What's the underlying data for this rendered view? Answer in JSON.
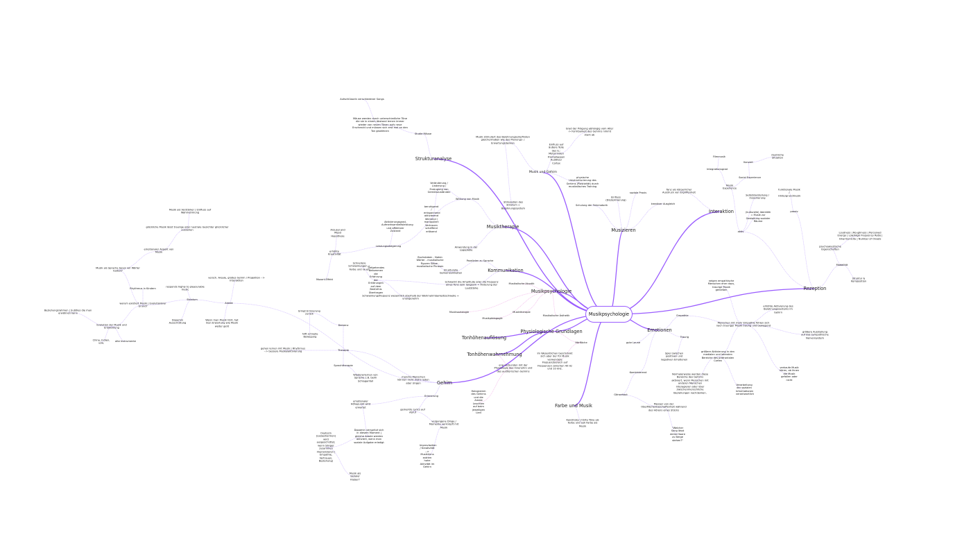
{
  "central": {
    "text": "Musikpsychologie"
  },
  "colors": {
    "main_edge": "#9a5cff",
    "leaf_edge": "#cdb8ff",
    "pink_edge": "#f2b6ea",
    "link_text": "#1e90ff"
  },
  "nodes": {
    "strukturanalyse": {
      "text": "Strukturanalyse",
      "parent": "center",
      "kind": "main"
    },
    "s_studie": {
      "text": "Studie Mäuse",
      "parent": "strukturanalyse"
    },
    "s_maeuse": {
      "text": "Mäuse werden durch unterschiedliche Töne die sie in einem Abstand lernen immer wieder von neuen Tönen aufs neue Erschreckt und müssen sich erst mal an den Ton gewöhnen",
      "parent": "s_studie"
    },
    "s_songs": {
      "text": "Aufschlüsseln verschiedener Songs",
      "parent": "s_maeuse"
    },
    "musik_gehirn": {
      "text": "Musik und Gehirn",
      "parent": "center",
      "kind": "sub"
    },
    "mg_beloh": {
      "text": "Musik stimuliert das Belohnungsempfinden gleichermaßen wie das Planungs- / Erwartungsdenken",
      "parent": "musik_gehirn"
    },
    "mg_striatum": {
      "text": "Stimulation des Striatum = Belohnungssystem",
      "parent": "mg_beloh"
    },
    "mg_einfluss": {
      "text": "Einfluss auf äußere Teile des G.: Motorrinden Frontallappen Auditiver Cortex",
      "parent": "musik_gehirn"
    },
    "mg_alter": {
      "text": "Grad der Prägung abhängig vom Alter -> Formbarkeit des Gehirns nimmt stark ab",
      "parent": "mg_einfluss"
    },
    "mg_plast": {
      "text": "physische Umstrukturierung des Gehirns (Plastizität) durch musikalisches Training",
      "parent": "musik_gehirn"
    },
    "musiktherapie": {
      "text": "Musiktherapie",
      "parent": "center",
      "kind": "main"
    },
    "mt_wirkung": {
      "text": "Wirkung von Musik",
      "parent": "musiktherapie"
    },
    "mt_veraend": {
      "text": "Veränderung / Linderung / Erzeugung von Gemütszuständen",
      "parent": "mt_wirkung"
    },
    "mt_beruhig": {
      "text": "beruhigend / entspannend aktivierend lähmend / manipuliert Vertrauen schaffend erlösend",
      "parent": "mt_veraend"
    },
    "mt_aktiv": {
      "text": "Aktivierungsgrad, Aufmerksamkeitsleistung und affektiver Zustand",
      "parent": "mt_leist"
    },
    "mt_leist": {
      "text": "Leistungssteigerung",
      "parent": "mt_wirkung"
    },
    "mt_arousal": {
      "text": "Arousal and Mood Hypothese",
      "parent": "mt_kreativ"
    },
    "mt_kreativ": {
      "text": "erhöhte Kreativität",
      "parent": "mt_leist"
    },
    "mt_mozart": {
      "text": "Mozart-Effekt",
      "parent": "mt_kreativ"
    },
    "mt_logo": {
      "text": "Anwendung in der Logopädie",
      "parent": "musiktherapie"
    },
    "kommunikation": {
      "text": "Kommunikation",
      "parent": "center",
      "kind": "main"
    },
    "k_parallel": {
      "text": "Parallelen zu Sprache",
      "parent": "kommunikation"
    },
    "k_struktur": {
      "text": "strukturelle Gemeinsamkeiten",
      "parent": "k_parallel"
    },
    "k_buchst": {
      "text": "Buchstaben - Noten Wörter - musikalische Figuren Sätze - musikalische Phrasen",
      "parent": "k_struktur"
    },
    "k_amplitude": {
      "text": "Schwankt die Amplitude oder die Frequenz eines Tons sehr langsam = Änderung der Lautstärke",
      "parent": "kommunikation"
    },
    "k_tief": {
      "text": "Tiefgehendes Bekommen die Erfahrung der Erklärungen auf dem Bedürfnis Übertragen",
      "parent": "k_amplitude"
    },
    "k_schnell": {
      "text": "Schnellere Schwankungen = Farbe und rauer",
      "parent": "k_tief"
    },
    "k_schwank": {
      "text": "Schwankungsfrequenz wesentlich oberhalb der Wahrnehmbarkeitsschwelle = unangenehm",
      "parent": "k_tief"
    },
    "musikpsy2": {
      "text": "Musikpsychologie",
      "parent": "center",
      "kind": "main"
    },
    "mp_akustik": {
      "text": "Musikalische Akustik",
      "parent": "musikpsy2",
      "pink": true
    },
    "mp_soz": {
      "text": "Musiksoziologie",
      "parent": "musikpsy2",
      "pink": true
    },
    "mp_paed": {
      "text": "Musikpädagogik",
      "parent": "musikpsy2",
      "pink": true
    },
    "mp_ther": {
      "text": "Musiktherapie",
      "parent": "musikpsy2",
      "pink": true
    },
    "mp_aesth": {
      "text": "Musikalische Ästhetik",
      "parent": "musikpsy2",
      "pink": true
    },
    "physio": {
      "text": "Physiologische Grundlagen",
      "parent": "center",
      "kind": "main"
    },
    "ph_hoer": {
      "text": "Hörfläche",
      "parent": "physio",
      "pink": true
    },
    "ph_freq": {
      "text": "Im Wesentlichen beschränkt sich aber der für Musik verwendete Frequenzbereich auf Frequenzen zwischen 40 Hz und 10 kHz.",
      "parent": "ph_hoer",
      "pink": true
    },
    "tonaufl": {
      "text": "Tonhöhenauflösung",
      "parent": "physio",
      "kind": "main"
    },
    "tonwahr": {
      "text": "Tonhöhenwahrnehmung",
      "parent": "physio",
      "kind": "main"
    },
    "tw_eng": {
      "text": "eng verbunden mit der Physiologie des Innenohrs und des auditorischen Gehirns",
      "parent": "tonwahr",
      "pink": true
    },
    "tw_holo": {
      "text": "Hologramm des Gehirns und die Areale Leuchten auf beim jeweiligen Lied",
      "parent": "tw_eng",
      "pink": true
    },
    "gehirn": {
      "text": "Gehirn",
      "parent": "center",
      "kind": "main"
    },
    "g_areale": {
      "text": "Areale",
      "parent": "gehirn"
    },
    "g_versch": {
      "text": "versch. Areale, großes Gehirn / Projektion --> Interaktion",
      "parent": "g_areale"
    },
    "g_erwart": {
      "text": "Wenn man Musik hört, hat man Erwartung wie Musik weiter geht",
      "parent": "g_areale"
    },
    "g_striatum": {
      "text": "Striatum",
      "parent": "g_areale"
    },
    "g_respond": {
      "text": "responds highly to pleasurable music",
      "parent": "g_striatum"
    },
    "g_dopamin": {
      "text": "Dopamin Ausschüttung",
      "parent": "g_striatum"
    },
    "g_warum": {
      "text": "warum existiert Musik | Evolutionärer Grund?",
      "parent": "g_striatum"
    },
    "g_rhythm": {
      "text": "Rhythmus in Kindern",
      "parent": "g_warum"
    },
    "g_sprache": {
      "text": "Musik als Sprache bevor wir Wörter hatten?",
      "parent": "g_warum"
    },
    "g_emo": {
      "text": "emotionaler Aspekt von Musik",
      "parent": "g_sprache"
    },
    "g_gluck": {
      "text": "glückliche Musik lässt traurige oder neutrale Gesichter glücklicher aussehen",
      "parent": "g_emo"
    },
    "g_verst": {
      "text": "Musik als Verstärker | Einfluss auf Wahrnehmung",
      "parent": "g_gluck"
    },
    "g_evol": {
      "text": "Evolution der Musik und Entwicklung",
      "parent": "g_warum"
    },
    "g_bezieh": {
      "text": "Beziehungsrahmen | Subtiles die man erwähnen kann",
      "parent": "g_evol"
    },
    "g_china": {
      "text": "China, Indien, usw.",
      "parent": "g_evol"
    },
    "g_instr": {
      "text": "alte Instrumente",
      "parent": "g_evol"
    },
    "g_therapie": {
      "text": "Therapie",
      "parent": "gehirn"
    },
    "g_demenz": {
      "text": "Demenz",
      "parent": "g_therapie"
    },
    "g_bringt": {
      "text": "bringt Erinnerung zurück",
      "parent": "g_demenz"
    },
    "g_hilft": {
      "text": "hilft schnelle Bewegung",
      "parent": "g_bringt"
    },
    "g_gehen": {
      "text": "gehen lernen mit Musik | Rhythmus --> bessere Muskelaktivierung",
      "parent": "g_therapie"
    },
    "g_sprachth": {
      "text": "Sprachtherapie",
      "parent": "g_therapie"
    },
    "g_wieder": {
      "text": "Wiedererlernen von Sprache z.B. beim Schlaganfall",
      "parent": "g_sprachth"
    },
    "g_manche": {
      "text": "manche Menschen können nicht mehr reden aber singen",
      "parent": "gehirn"
    },
    "g_erinn": {
      "text": "Erinnerung",
      "parent": "gehirn"
    },
    "g_hoehe": {
      "text": "emotionaler Höhepunkt wird erwartet",
      "parent": "g_erinn"
    },
    "g_lyrics": {
      "text": "gemerkte Lyrics auf Abruf",
      "parent": "g_erinn"
    },
    "g_vergang": {
      "text": "vergangene Dinge / Momente verknüpft mit Musik",
      "parent": "g_lyrics"
    },
    "g_dopmom": {
      "text": "Dopamin verspritzt sich in diesem Moment | gleiche Areale werden aktiviert, wenn man soziale Aufgabe erledigt",
      "parent": "g_hoehe"
    },
    "g_oxy": {
      "text": "Oxytocin (Liebeshormon) wird ausgeschüttet, wenn Sänger zusammen improvisieren | Empathie, Vertrauen, Beziehung)",
      "parent": "g_dopmom"
    },
    "g_kleber": {
      "text": "Musik als sozialer Kleber?",
      "parent": "g_oxy"
    },
    "g_impro": {
      "text": "Improvisation / Kreativität --> Musikhirns extrem hohe Aktivität im Gehirn",
      "parent": "g_vergang"
    },
    "farbe": {
      "text": "Farbe und Musik",
      "parent": "center",
      "kind": "main"
    },
    "f_kand": {
      "text": "Kandinsky | hörte Töne als Farbe und sah Farbe als Musik",
      "parent": "farbe"
    },
    "emotionen": {
      "text": "Emotionen",
      "parent": "center",
      "kind": "main"
    },
    "e_empathie": {
      "text": "Empathie",
      "parent": "emotionen"
    },
    "e_laune": {
      "text": "gute Laune",
      "parent": "emotionen"
    },
    "e_traurig": {
      "text": "Traurig",
      "parent": "emotionen"
    },
    "e_spiel": {
      "text": "Spiel zwischen positiven und negativen Emotionen",
      "parent": "e_traurig"
    },
    "e_komb": {
      "text": "Kombinierend",
      "parent": "emotionen"
    },
    "e_gaense": {
      "text": "Gänsehaut",
      "parent": "e_komb"
    },
    "e_messen": {
      "text": "Messen von der Oberflächenbeschaffenheit während des Hörens eines Stücks",
      "parent": "e_gaense"
    },
    "e_song": {
      "text": "\"Welcher Song lässt deine Haare zu Berge stehen?\"",
      "parent": "e_messen"
    },
    "e_mehr": {
      "text": "Menschen mit mehr Empathie fühlen sich nach trauriger Musik traurig und bewegend",
      "parent": "e_empathie"
    },
    "e_neigen": {
      "text": "neigen empathische Menschen eher dazu, traurige Musik genießen",
      "parent": "e_mehr"
    },
    "e_beloh": {
      "text": "erhöhte Aktivierung des Belohnungssystems im Gehirn",
      "parent": "e_mehr"
    },
    "e_sympath": {
      "text": "größere Ausstellung auf das sympathische Nervensystem",
      "parent": "e_mehr"
    },
    "e_praefr": {
      "text": "größere Aktivierung in den medialen und lateralen Bereiche des präfrontalen Cortex",
      "parent": "e_mehr"
    },
    "e_normal": {
      "text": "Normalerweise werden diese Bereiche des Gehirns aktiviert, wenn Menschen mit anderen Menschen interagieren oder über zwischenmenschliche Beziehungen nachdenken.",
      "parent": "e_praefr"
    },
    "e_verarb": {
      "text": "Verarbeitung der sozialen Informationen verantwortlich",
      "parent": "e_praefr"
    },
    "e_verkauf": {
      "text": "verkaufe Musik hören, ob ihnen die Musik gefallen oder nicht",
      "parent": "e_mehr"
    },
    "rezeption": {
      "text": "Rezeption",
      "parent": "center",
      "kind": "main"
    },
    "r_passiv": {
      "text": "passiv",
      "parent": "rezeption"
    },
    "r_funkt": {
      "text": "funktionale Musik / Hintergrundmusik",
      "parent": "r_passiv"
    },
    "r_modal": {
      "text": "Modalität",
      "parent": "rezeption"
    },
    "r_psycho": {
      "text": "psychoakustische Eigenschaften",
      "parent": "r_modal"
    },
    "r_loud": {
      "text": "Loudness | Roughness | Perceived Energy | Low/High Frequency Ratio | Inharmonicity | Number of Onsets",
      "parent": "r_psycho"
    },
    "r_struk": {
      "text": "Struktur & Komposition",
      "parent": "r_modal"
    },
    "r_aktiv": {
      "text": "aktiv",
      "parent": "rezeption"
    },
    "r_exp": {
      "text": "Musik Experience",
      "parent": "r_aktiv"
    },
    "r_integr": {
      "text": "Integrationsgrad",
      "parent": "r_exp"
    },
    "r_film": {
      "text": "Filmmusik",
      "parent": "r_integr"
    },
    "r_social": {
      "text": "Social Experience",
      "parent": "r_exp"
    },
    "r_konzert": {
      "text": "Konzert",
      "parent": "r_social"
    },
    "r_raum": {
      "text": "räumliche Situation",
      "parent": "r_konzert"
    },
    "r_selbst": {
      "text": "Selbstdarstellung / Inszenierung",
      "parent": "r_aktiv"
    },
    "r_ident": {
      "text": "(kulturelle) Identität = Musik zur Gestaltung sozialer Räume",
      "parent": "r_aktiv"
    },
    "interaktion": {
      "text": "Interaktion",
      "parent": "center",
      "kind": "main"
    },
    "i_tanz": {
      "text": "Tanz als körperlicher Ausdruck von Ergriffenheit",
      "parent": "interaktion"
    },
    "musizieren": {
      "text": "Musizieren",
      "parent": "center",
      "kind": "main"
    },
    "mz_fein": {
      "text": "Schulung der Feinmotorik",
      "parent": "musizieren"
    },
    "mz_diszip": {
      "text": "Einfluss (Disziplinierung)",
      "parent": "musizieren"
    },
    "mz_sozial": {
      "text": "soziale Praxis",
      "parent": "musizieren"
    },
    "mz_kreativ": {
      "text": "kreativer Ausgleich",
      "parent": "musizieren"
    }
  }
}
